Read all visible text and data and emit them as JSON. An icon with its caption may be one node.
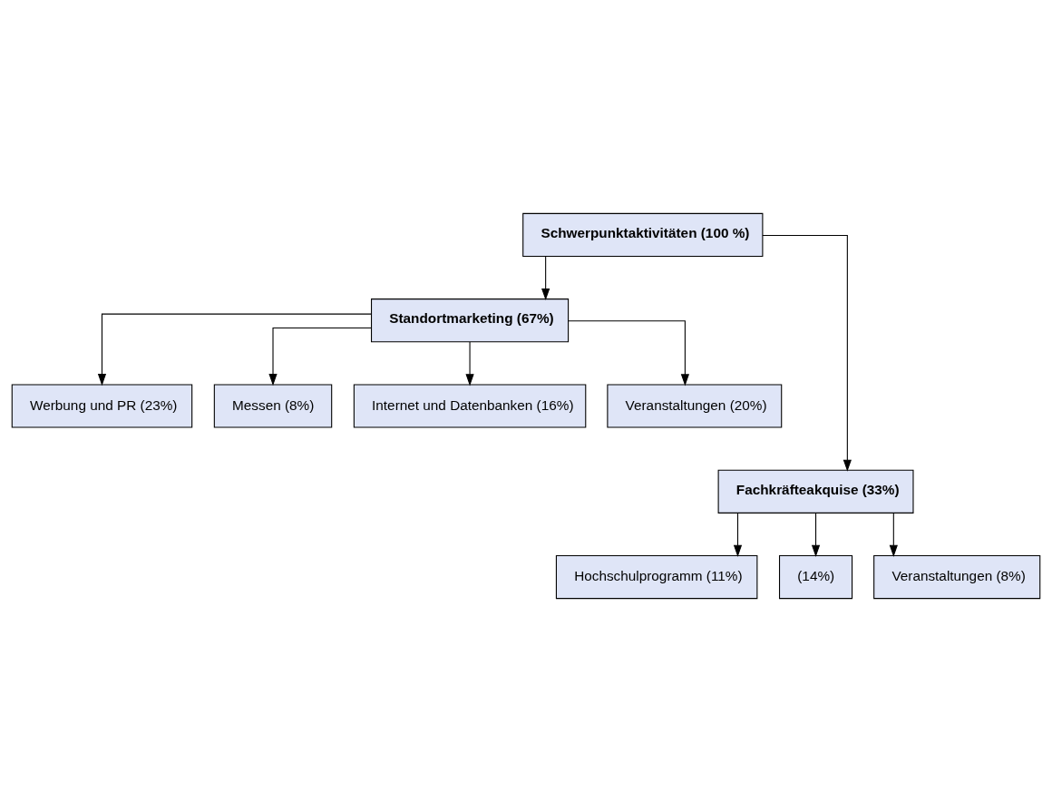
{
  "diagram": {
    "nodes": [
      {
        "text": [
          "Schwerpunktaktivitäten (100 %)"
        ]
      },
      {
        "text": [
          "Standortmarketing (67%)"
        ]
      },
      {
        "text": [
          "Werbung und PR (23%)"
        ]
      },
      {
        "text": [
          "Messen (8%)"
        ]
      },
      {
        "text": [
          "Internet und Datenbanken (16%)"
        ]
      },
      {
        "text": [
          "Veranstaltungen (20%)"
        ]
      },
      {
        "text": [
          "Fachkräfteakquise (33%)"
        ]
      },
      {
        "text": [
          "Hochschulprogramm (11%)"
        ]
      },
      {
        "text": [
          "(14%)"
        ]
      },
      {
        "text": [
          "Veranstaltungen (8%)"
        ]
      }
    ],
    "edges": [
      {
        "from": 0,
        "to": 1,
        "arrow": "to"
      },
      {
        "from": 0,
        "to": 6,
        "arrow": "to"
      },
      {
        "from": 1,
        "to": 2,
        "arrow": "to"
      },
      {
        "from": 1,
        "to": 3,
        "arrow": "to"
      },
      {
        "from": 1,
        "to": 4,
        "arrow": "to"
      },
      {
        "from": 1,
        "to": 5,
        "arrow": "to"
      },
      {
        "from": 6,
        "to": 7,
        "arrow": "to"
      },
      {
        "from": 6,
        "to": 8,
        "arrow": "to"
      },
      {
        "from": 6,
        "to": 9,
        "arrow": "to"
      }
    ]
  }
}
